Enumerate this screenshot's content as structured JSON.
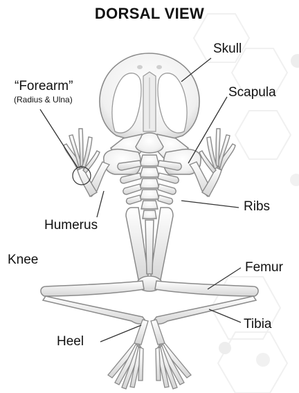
{
  "title": "DORSAL VIEW",
  "labels": {
    "skull": "Skull",
    "forearm": "“Forearm”",
    "forearm_sub": "(Radius & Ulna)",
    "scapula": "Scapula",
    "ribs": "Ribs",
    "humerus": "Humerus",
    "knee": "Knee",
    "femur": "Femur",
    "tibia": "Tibia",
    "heel": "Heel"
  }
}
